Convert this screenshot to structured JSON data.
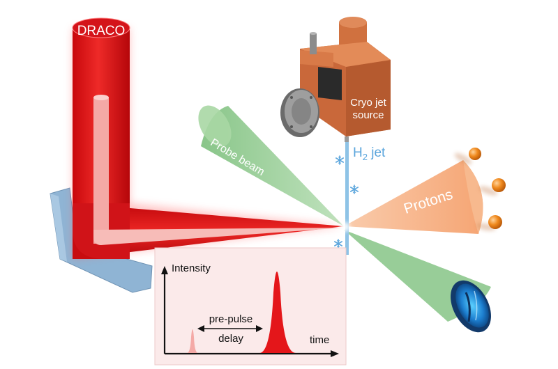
{
  "labels": {
    "laser": "DRACO",
    "source": [
      "Cryo jet",
      "source"
    ],
    "jet_prefix": "H",
    "jet_subscript": "2",
    "jet_suffix": " jet",
    "probe": "Probe beam",
    "protons": "Protons"
  },
  "inset": {
    "y_axis": "Intensity",
    "x_axis": "time",
    "prepulse": [
      "pre-pulse",
      "delay"
    ]
  },
  "colors": {
    "laser": "#e4161a",
    "laser_light": "#f4a9a6",
    "probe": "#8dc88d",
    "protons_cone": "#f39a62",
    "proton_ball": "#f08a1e",
    "source_body": "#d0713f",
    "jet": "#8ec3e6",
    "mirror": "#8fb4d4",
    "snowflake": "#5aa5dc"
  },
  "icons": [
    "snowflake-icon",
    "proton-ball-icon"
  ]
}
